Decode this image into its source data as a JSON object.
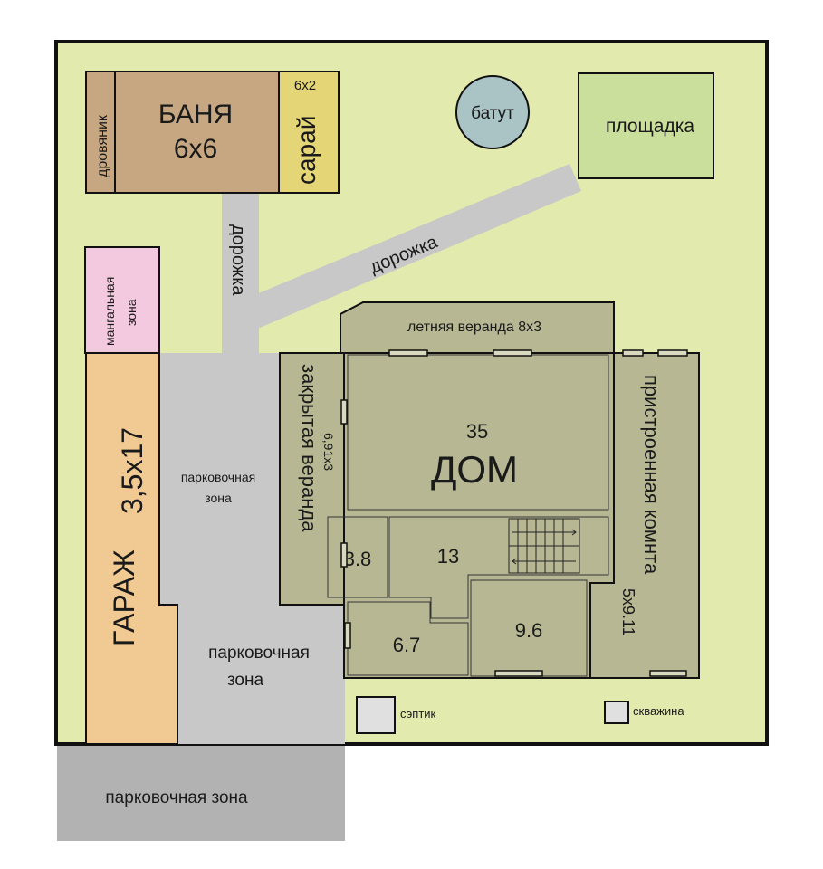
{
  "plan": {
    "banya": {
      "name": "БАНЯ",
      "size": "6x6"
    },
    "drovyanik": "дровяник",
    "saray": {
      "name": "сарай",
      "size": "6x2"
    },
    "batut": "батут",
    "ploshadka": "площадка",
    "path_vertical": "дорожка",
    "path_diagonal": "дорожка",
    "mangal": {
      "line1": "мангальная",
      "line2": "зона"
    },
    "garage": {
      "name": "ГАРАЖ",
      "size": "3,5x17"
    },
    "parking_upper": {
      "line1": "парковочная",
      "line2": "зона"
    },
    "parking_lower": {
      "line1": "парковочная",
      "line2": "зона"
    },
    "parking_outside": "парковочная зона",
    "summer_veranda": "летняя веранда  8x3",
    "closed_veranda": {
      "name": "закрытая веранда",
      "size": "6,91x3"
    },
    "house": {
      "name": "ДОМ",
      "area": "35"
    },
    "rooms": {
      "r1": "3.8",
      "r2": "13",
      "r3": "6.7",
      "r4": "9.6"
    },
    "annex": {
      "name": "пристроенная комнта",
      "size": "5x9.11"
    },
    "septic": "сэптик",
    "well": "скважина",
    "colors": {
      "lawn": "#e2eaae",
      "path": "#c8c8c8",
      "banya": "#c6a781",
      "saray": "#e4d577",
      "batut": "#aac3c5",
      "ploshadka": "#cadf9b",
      "mangal": "#f3c9df",
      "garage": "#f1c992",
      "house": "#b7b893",
      "parking_outside": "#b2b2b2"
    }
  }
}
